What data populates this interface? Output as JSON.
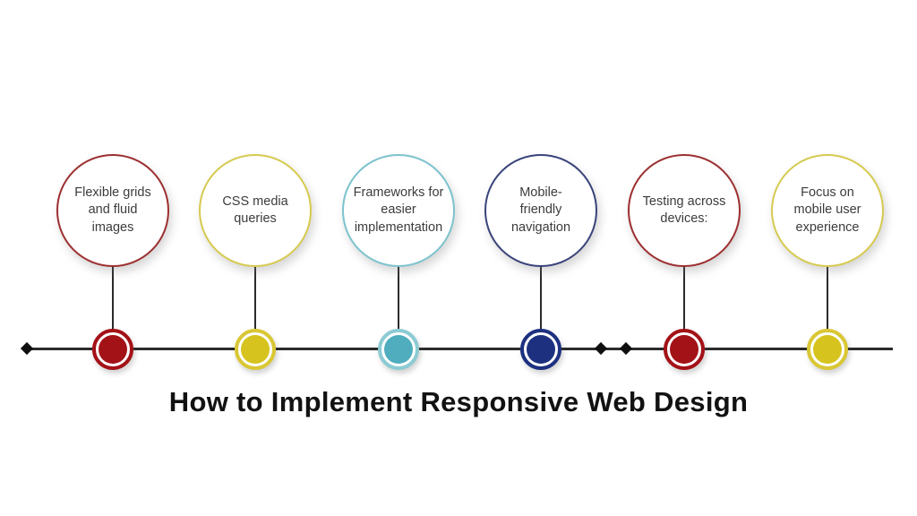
{
  "title": "How to Implement Responsive Web Design",
  "background_color": "#ffffff",
  "label_text_color": "#3c3c3c",
  "title_color": "#121212",
  "timeline": {
    "line_color": "#2b2b2b",
    "marker_shape": "diamond",
    "marker_color": "#0f0f0f",
    "marker_count": 3
  },
  "accent_colors": {
    "red": "#a31217",
    "yellow": "#d6c31e",
    "teal": "#4fadbd",
    "navy": "#1d3080"
  },
  "steps": [
    {
      "id": 1,
      "label": "Flexible grids\nand fluid\nimages",
      "accent": "red",
      "circle_border_color": "#9d2f30",
      "node_color": "#a31217"
    },
    {
      "id": 2,
      "label": "CSS media\nqueries",
      "accent": "yellow",
      "circle_border_color": "#d6ca50",
      "node_color": "#d6c31e"
    },
    {
      "id": 3,
      "label": "Frameworks for\neasier\nimplementation",
      "accent": "teal",
      "circle_border_color": "#7cc3cd",
      "node_color": "#4fadbd"
    },
    {
      "id": 4,
      "label": "Mobile-\nfriendly\nnavigation",
      "accent": "navy",
      "circle_border_color": "#39437a",
      "node_color": "#1d3080"
    },
    {
      "id": 5,
      "label": "Testing across\ndevices:",
      "accent": "red",
      "circle_border_color": "#9d2f30",
      "node_color": "#a31217"
    },
    {
      "id": 6,
      "label": "Focus on\nmobile user\nexperience",
      "accent": "yellow",
      "circle_border_color": "#d6ca50",
      "node_color": "#d6c31e"
    }
  ]
}
